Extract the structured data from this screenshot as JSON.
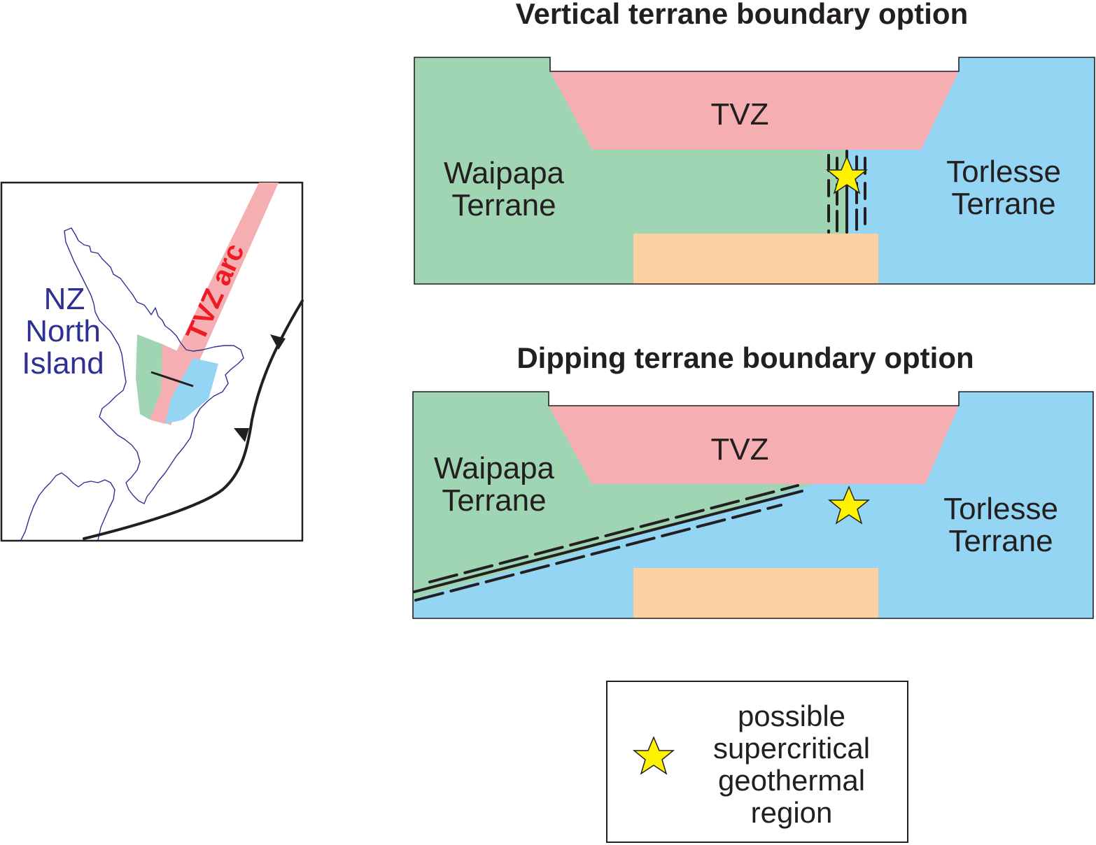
{
  "colors": {
    "waipapa": "#a0d5b3",
    "torlesse": "#93d5f3",
    "tvz": "#f5aeb2",
    "basement": "#fdd0a2",
    "star": "#fff200",
    "island_text": "#2e3192",
    "arc_text": "#ed1c24",
    "outline": "#231f20"
  },
  "map": {
    "island_label": [
      "NZ",
      "North",
      "Island"
    ],
    "arc_label": "TVZ arc"
  },
  "panel_vertical": {
    "title": "Vertical terrane boundary option",
    "tvz_label": "TVZ",
    "left_terrane": [
      "Waipapa",
      "Terrane"
    ],
    "right_terrane": [
      "Torlesse",
      "Terrane"
    ]
  },
  "panel_dipping": {
    "title": "Dipping terrane boundary option",
    "tvz_label": "TVZ",
    "left_terrane": [
      "Waipapa",
      "Terrane"
    ],
    "right_terrane": [
      "Torlesse",
      "Terrane"
    ]
  },
  "legend": {
    "icon": "star-icon",
    "lines": [
      "possible",
      "supercritical",
      "geothermal",
      "region"
    ]
  }
}
